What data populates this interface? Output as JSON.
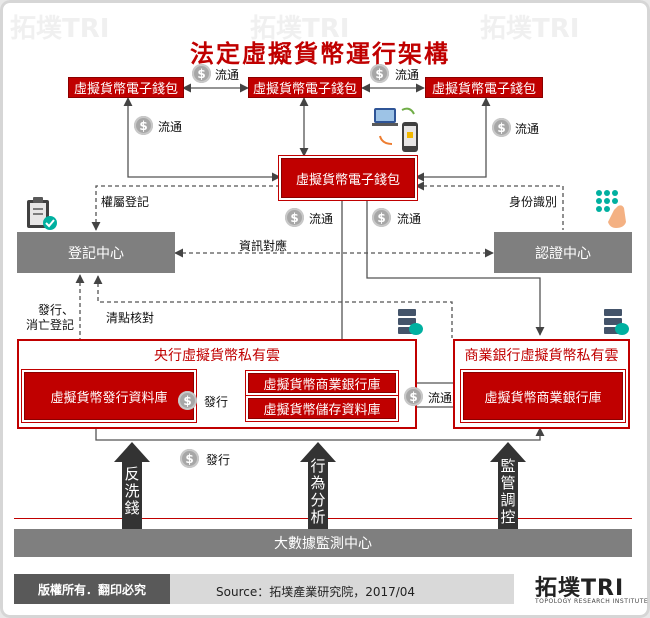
{
  "title": "法定虛擬貨幣運行架構",
  "wallets": {
    "top_left": "虛擬貨幣電子錢包",
    "top_middle": "虛擬貨幣電子錢包",
    "top_right": "虛擬貨幣電子錢包",
    "center": "虛擬貨幣電子錢包"
  },
  "flow_labels": {
    "circulate_top_left": "流通",
    "circulate_top_right": "流通",
    "circulate_left": "流通",
    "circulate_right": "流通",
    "circulate_center_left": "流通",
    "circulate_center_right": "流通",
    "circulate_banks": "流通",
    "issue_inner": "發行",
    "issue_bottom": "發行"
  },
  "annotations": {
    "ownership_register": "權屬登記",
    "identity_verify": "身份識別",
    "info_match": "資訊對應",
    "issue_cancel_register": "發行、\n消亡登記",
    "clear_check": "清點核對"
  },
  "centers": {
    "registration": "登記中心",
    "certification": "認證中心",
    "big_data": "大數據監測中心"
  },
  "central_cloud": {
    "title": "央行虛擬貨幣私有雲",
    "issuing_db": "虛擬貨幣發行資料庫",
    "commercial_bank": "虛擬貨幣商業銀行庫",
    "storage_db": "虛擬貨幣儲存資料庫"
  },
  "commercial_cloud": {
    "title": "商業銀行虛擬貨幣私有雲",
    "commercial_bank": "虛擬貨幣商業銀行庫"
  },
  "up_arrows": {
    "anti_money_laundering": "反洗錢",
    "behavior_analysis": "行為分析",
    "supervision_control": "監管調控"
  },
  "footer": {
    "copyright": "版權所有．翻印必究",
    "source": "Source：拓墣產業研究院，2017/04",
    "logo": "拓墣TRI",
    "logo_sub": "TOPOLOGY RESEARCH INSTITUTE"
  },
  "watermark": "拓墣TRI",
  "coin_symbol": "$",
  "colors": {
    "accent_red": "#c00000",
    "grey_box": "#7f7f7f",
    "arrow_dark": "#333333",
    "line_grey": "#595959"
  }
}
